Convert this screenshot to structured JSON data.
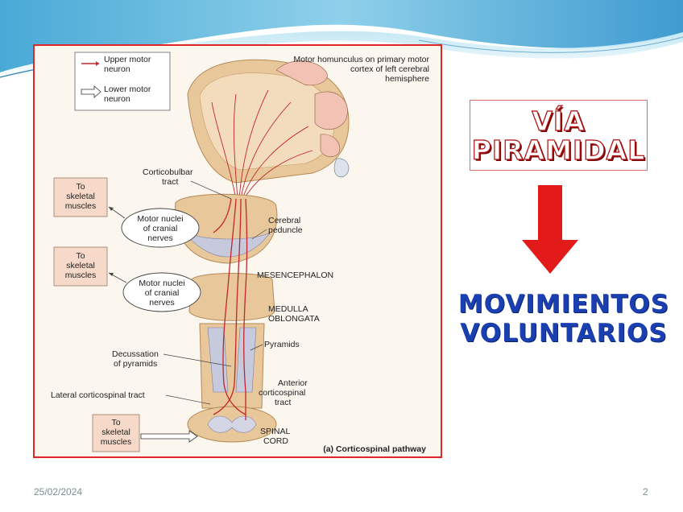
{
  "slide": {
    "title_line1": "VÍA",
    "title_line2": "PIRAMIDAL",
    "result_line1": "MOVIMIENTOS",
    "result_line2": "VOLUNTARIOS",
    "date": "25/02/2024",
    "page_number": "2"
  },
  "colors": {
    "title": "#b01010",
    "arrow": "#e21a1a",
    "result": "#1a3fb0",
    "frame": "#e12626",
    "tract": "#c0272d"
  },
  "diagram": {
    "legend_upper": [
      "Upper motor",
      "neuron"
    ],
    "legend_lower": [
      "Lower motor",
      "neuron"
    ],
    "homunculus": [
      "Motor homunculus on primary motor",
      "cortex of left cerebral",
      "hemisphere"
    ],
    "corticobulbar": [
      "Corticobulbar",
      "tract"
    ],
    "to_skeletal_1": [
      "To",
      "skeletal",
      "muscles"
    ],
    "to_skeletal_2": [
      "To",
      "skeletal",
      "muscles"
    ],
    "to_skeletal_3": [
      "To",
      "skeletal",
      "muscles"
    ],
    "motor_nuclei_1": [
      "Motor nuclei",
      "of cranial",
      "nerves"
    ],
    "motor_nuclei_2": [
      "Motor nuclei",
      "of cranial",
      "nerves"
    ],
    "cerebral_peduncle": [
      "Cerebral",
      "peduncle"
    ],
    "mesencephalon": "MESENCEPHALON",
    "medulla": [
      "MEDULLA",
      "OBLONGATA"
    ],
    "pyramids": "Pyramids",
    "decussation": [
      "Decussation",
      "of pyramids"
    ],
    "anterior_tract": [
      "Anterior",
      "corticospinal",
      "tract"
    ],
    "lateral_tract": "Lateral corticospinal tract",
    "spinal_cord": [
      "SPINAL",
      "CORD"
    ],
    "caption": "(a) Corticospinal pathway"
  }
}
